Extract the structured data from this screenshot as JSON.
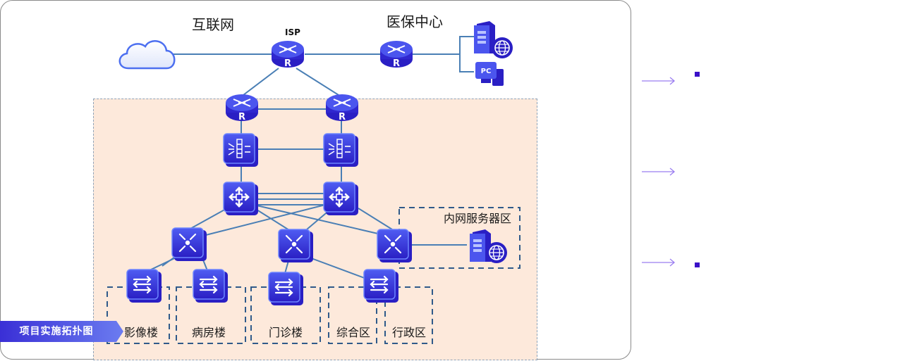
{
  "diagram": {
    "title": "项目实施拓扑图",
    "labels": {
      "internet": "互联网",
      "isp": "ISP",
      "medical_insurance_center": "医保中心",
      "intranet_server_zone": "内网服务器区",
      "router_letter": "R",
      "pc_text": "PC"
    },
    "zones": [
      {
        "name": "影像楼"
      },
      {
        "name": "病房楼"
      },
      {
        "name": "门诊楼"
      },
      {
        "name": "综合区"
      },
      {
        "name": "行政区"
      }
    ],
    "nodes": [
      {
        "id": "internet-cloud",
        "type": "cloud"
      },
      {
        "id": "isp-router",
        "type": "router"
      },
      {
        "id": "insurance-router",
        "type": "router"
      },
      {
        "id": "insurance-server",
        "type": "web-server"
      },
      {
        "id": "insurance-pc",
        "type": "pc"
      },
      {
        "id": "core-router-left",
        "type": "router"
      },
      {
        "id": "core-router-right",
        "type": "router"
      },
      {
        "id": "firewall-left",
        "type": "firewall"
      },
      {
        "id": "firewall-right",
        "type": "firewall"
      },
      {
        "id": "core-switch-left",
        "type": "core-switch"
      },
      {
        "id": "core-switch-right",
        "type": "core-switch"
      },
      {
        "id": "agg-switch-1",
        "type": "aggregation-switch"
      },
      {
        "id": "agg-switch-2",
        "type": "aggregation-switch"
      },
      {
        "id": "agg-switch-3",
        "type": "aggregation-switch"
      },
      {
        "id": "intranet-server",
        "type": "web-server"
      },
      {
        "id": "access-switch-imaging",
        "type": "access-switch"
      },
      {
        "id": "access-switch-ward",
        "type": "access-switch"
      },
      {
        "id": "access-switch-outpatient",
        "type": "access-switch"
      },
      {
        "id": "access-switch-general-admin",
        "type": "access-switch"
      }
    ],
    "links": [
      [
        "internet-cloud",
        "isp-router"
      ],
      [
        "isp-router",
        "insurance-router"
      ],
      [
        "insurance-router",
        "insurance-server"
      ],
      [
        "insurance-router",
        "insurance-pc"
      ],
      [
        "isp-router",
        "core-router-left"
      ],
      [
        "isp-router",
        "core-router-right"
      ],
      [
        "core-router-left",
        "core-router-right"
      ],
      [
        "core-router-left",
        "firewall-left"
      ],
      [
        "core-router-right",
        "firewall-right"
      ],
      [
        "firewall-left",
        "firewall-right"
      ],
      [
        "firewall-left",
        "core-switch-left"
      ],
      [
        "firewall-right",
        "core-switch-right"
      ],
      [
        "core-switch-left",
        "core-switch-right"
      ],
      [
        "core-switch-left",
        "agg-switch-1"
      ],
      [
        "core-switch-left",
        "agg-switch-2"
      ],
      [
        "core-switch-left",
        "agg-switch-3"
      ],
      [
        "core-switch-right",
        "agg-switch-1"
      ],
      [
        "core-switch-right",
        "agg-switch-2"
      ],
      [
        "core-switch-right",
        "agg-switch-3"
      ],
      [
        "agg-switch-3",
        "intranet-server"
      ],
      [
        "agg-switch-1",
        "access-switch-imaging"
      ],
      [
        "agg-switch-1",
        "access-switch-ward"
      ],
      [
        "agg-switch-2",
        "access-switch-outpatient"
      ],
      [
        "agg-switch-2",
        "access-switch-general-admin"
      ]
    ]
  },
  "side_list": {
    "items": [
      {
        "has_bullet": true,
        "text": ""
      },
      {
        "has_bullet": false,
        "text": ""
      },
      {
        "has_bullet": true,
        "text": ""
      }
    ]
  },
  "colors": {
    "device_blue": "#3b35d9",
    "link_blue": "#4a7fb5",
    "zone_fill": "#fde9db",
    "ribbon_start": "#3a2fd6",
    "ribbon_end": "#6b7cf0",
    "arrow_violet": "#9b7ef0",
    "bullet": "#3a10c8"
  }
}
